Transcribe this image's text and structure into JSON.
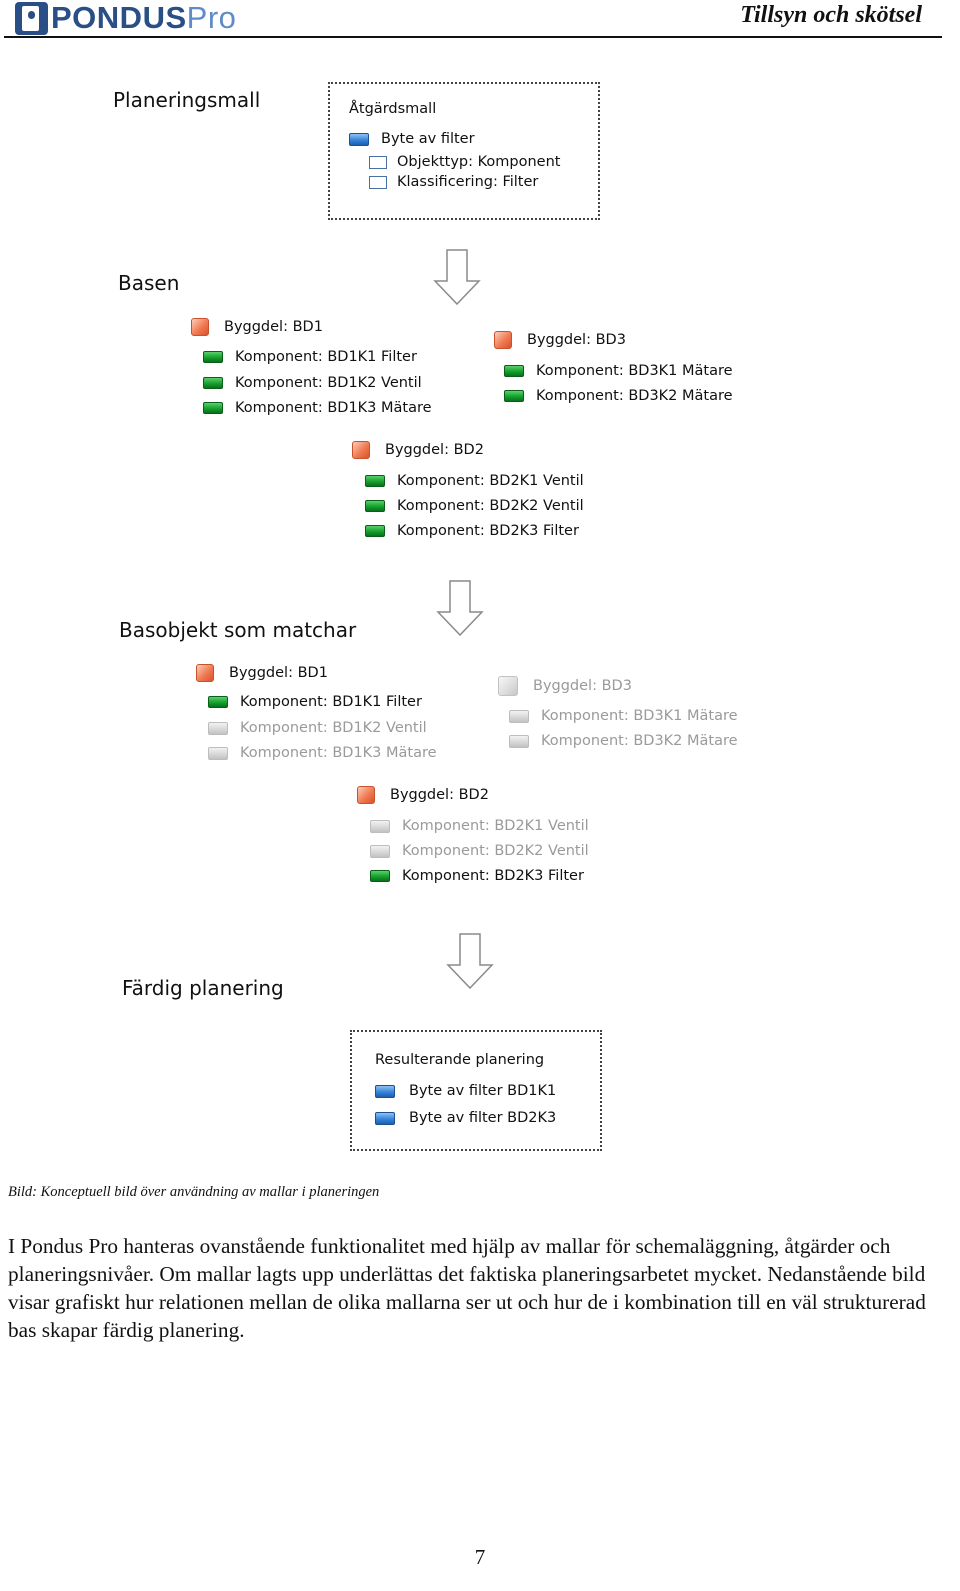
{
  "header": {
    "logo_main": "PONDUS",
    "logo_pro": "Pro",
    "title": "Tillsyn och skötsel"
  },
  "diagram": {
    "planeringsmall": {
      "heading": "Planeringsmall",
      "box_title": "Åtgärdsmall",
      "action": "Byte av filter",
      "criteria": [
        "Objekttyp: Komponent",
        "Klassificering: Filter"
      ]
    },
    "basen": {
      "heading": "Basen",
      "bd1": {
        "label": "Byggdel: BD1",
        "items": [
          "Komponent: BD1K1 Filter",
          "Komponent: BD1K2 Ventil",
          "Komponent: BD1K3 Mätare"
        ]
      },
      "bd3": {
        "label": "Byggdel: BD3",
        "items": [
          "Komponent: BD3K1 Mätare",
          "Komponent: BD3K2 Mätare"
        ]
      },
      "bd2": {
        "label": "Byggdel: BD2",
        "items": [
          "Komponent: BD2K1 Ventil",
          "Komponent: BD2K2 Ventil",
          "Komponent: BD2K3 Filter"
        ]
      }
    },
    "matchar": {
      "heading": "Basobjekt som matchar",
      "bd1": {
        "label": "Byggdel: BD1",
        "items": [
          "Komponent: BD1K1 Filter",
          "Komponent: BD1K2 Ventil",
          "Komponent: BD1K3 Mätare"
        ]
      },
      "bd3": {
        "label": "Byggdel: BD3",
        "items": [
          "Komponent: BD3K1 Mätare",
          "Komponent: BD3K2 Mätare"
        ]
      },
      "bd2": {
        "label": "Byggdel: BD2",
        "items": [
          "Komponent: BD2K1 Ventil",
          "Komponent: BD2K2 Ventil",
          "Komponent: BD2K3 Filter"
        ]
      }
    },
    "fardig": {
      "heading": "Färdig planering",
      "box_title": "Resulterande planering",
      "items": [
        "Byte av filter BD1K1",
        "Byte av filter BD2K3"
      ]
    }
  },
  "caption": "Bild: Konceptuell bild över användning av mallar i planeringen",
  "paragraph": "I Pondus Pro hanteras ovanstående funktionalitet med hjälp av mallar för schemaläggning, åtgärder och planeringsnivåer. Om mallar lagts upp underlättas det faktiska planeringsarbetet mycket. Nedanstående bild visar grafiskt hur relationen mellan de olika mallarna ser ut och hur de i kombination till en väl strukturerad bas skapar färdig planering.",
  "page_number": "7",
  "colors": {
    "brand": "#2a4f86",
    "active_component": "#15a02c",
    "byggdel": "#f07a52",
    "action": "#3683d8",
    "inactive": "#c2c2c2"
  }
}
